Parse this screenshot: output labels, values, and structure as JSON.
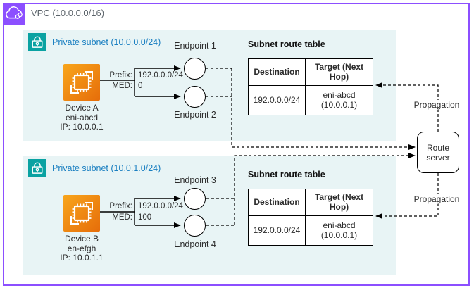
{
  "vpc": {
    "title": "VPC (10.0.0.0/16)"
  },
  "subnets": [
    {
      "title": "Private subnet (10.0.0.0/24)",
      "device": {
        "name": "Device A",
        "interface": "eni-abcd",
        "ip": "IP: 10.0.0.1"
      },
      "advertisement": {
        "prefix_label": "Prefix:",
        "prefix_value": "192.0.0.0/24",
        "med_label": "MED:",
        "med_value": "0"
      },
      "endpoints": [
        "Endpoint 1",
        "Endpoint 2"
      ],
      "route_table": {
        "title": "Subnet route table",
        "headers": [
          "Destination",
          "Target (Next Hop)"
        ],
        "rows": [
          {
            "destination": "192.0.0.0/24",
            "target": "eni-abcd (10.0.0.1)"
          }
        ]
      }
    },
    {
      "title": "Private subnet (10.0.1.0/24)",
      "device": {
        "name": "Device B",
        "interface": "en-efgh",
        "ip": "IP: 10.0.1.1"
      },
      "advertisement": {
        "prefix_label": "Prefix:",
        "prefix_value": "192.0.0.0/24",
        "med_label": "MED:",
        "med_value": "100"
      },
      "endpoints": [
        "Endpoint 3",
        "Endpoint 4"
      ],
      "route_table": {
        "title": "Subnet route table",
        "headers": [
          "Destination",
          "Target (Next Hop)"
        ],
        "rows": [
          {
            "destination": "192.0.0.0/24",
            "target": "eni-abcd (10.0.0.1)"
          }
        ]
      }
    }
  ],
  "route_server": {
    "label": "Route server"
  },
  "propagation_labels": [
    "Propagation",
    "Propagation"
  ],
  "colors": {
    "vpc_border": "#8C4FFF",
    "subnet_fill": "#E8F4F5",
    "subnet_icon_teal": "#0AA2A2",
    "subnet_title_blue": "#1A7FC1",
    "device_gradient_start": "#F8A51B",
    "device_gradient_end": "#E66D0A"
  }
}
